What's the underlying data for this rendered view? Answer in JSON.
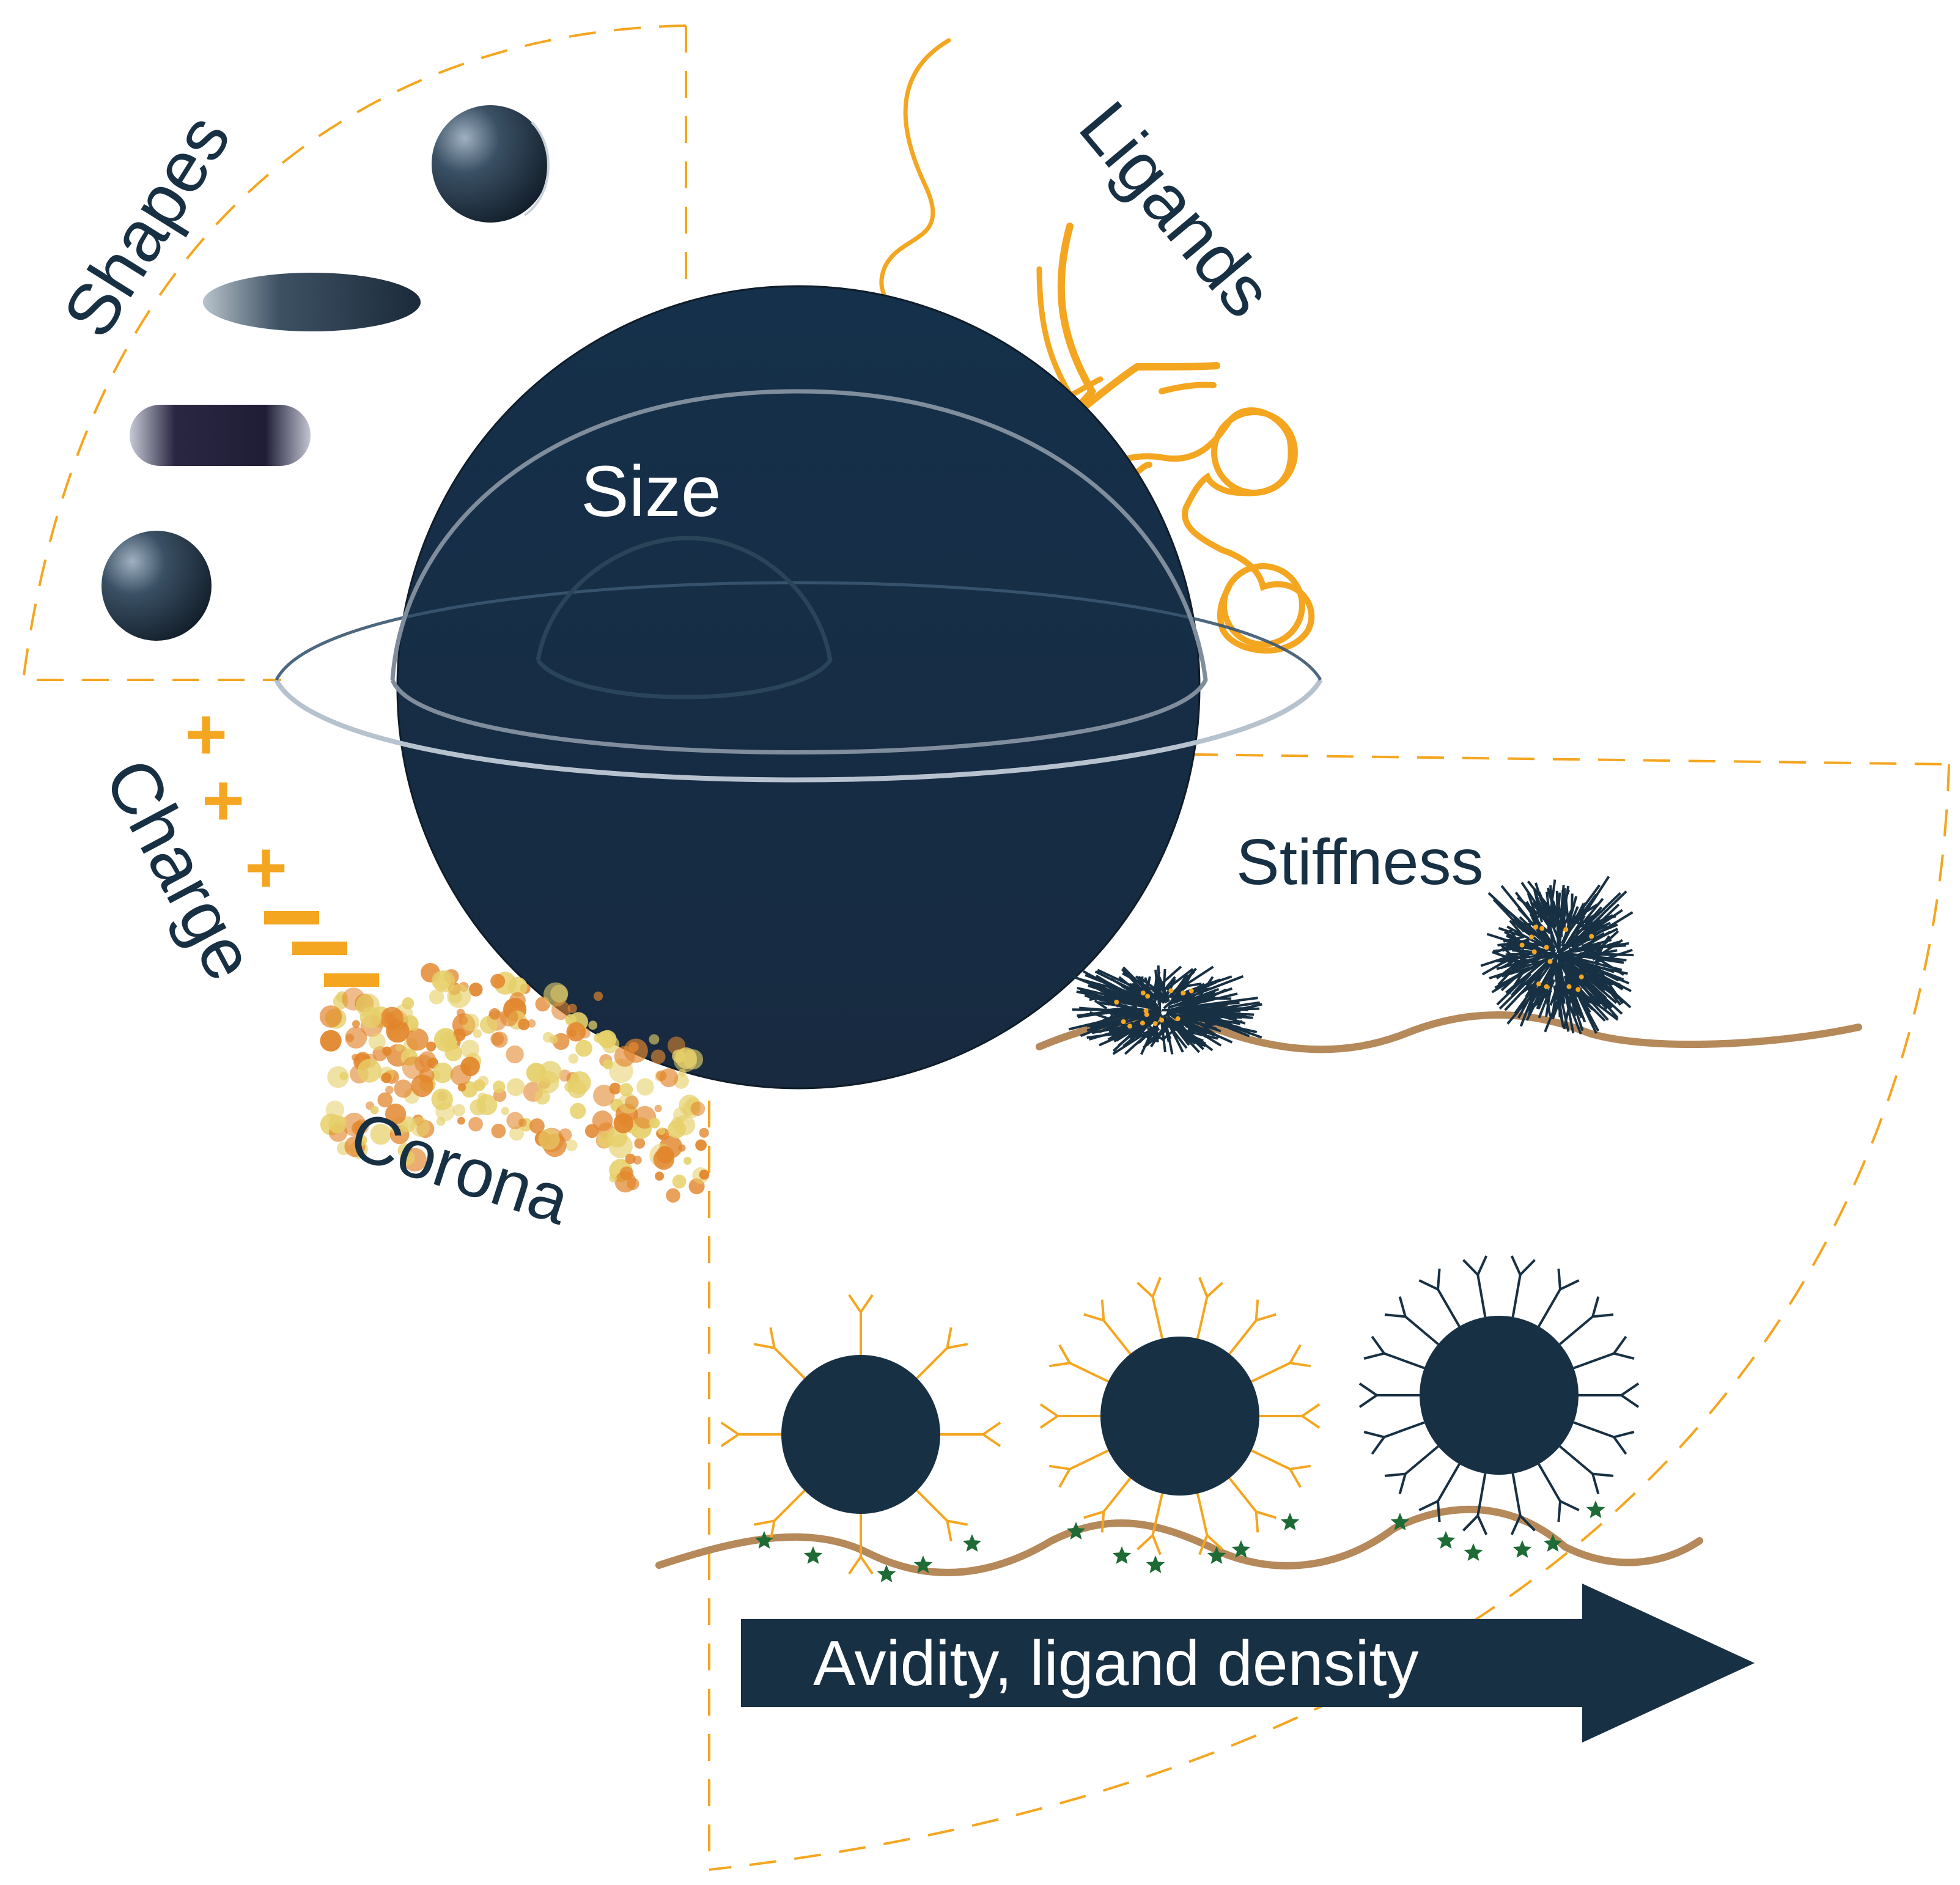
{
  "labels": {
    "shapes": "Shapes",
    "ligands": "Ligands",
    "size": "Size",
    "charge": "Charge",
    "corona": "Corona",
    "stiffness": "Stiffness",
    "avidity": "Avidity, ligand density"
  },
  "charge_signs": {
    "plus": "+",
    "minus": "−"
  },
  "colors": {
    "navy": "#183043",
    "gold": "#f4a620",
    "fiber": "#b5895a",
    "receptor": "#1e6b35",
    "corona_orange": "#e2862d",
    "corona_yellow": "#e6d06a",
    "outline": "#c7cfd8",
    "dash": "#f4a620"
  }
}
